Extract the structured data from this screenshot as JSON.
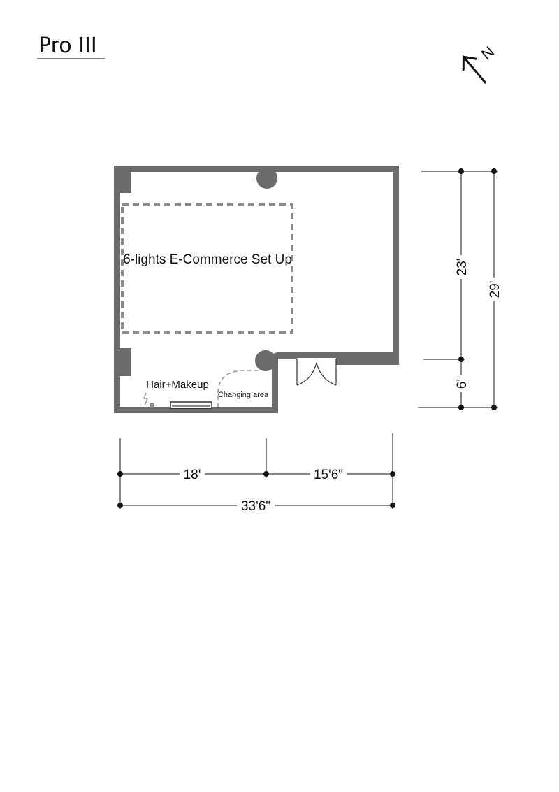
{
  "title": "Pro III",
  "compass": {
    "label": "N",
    "icon": "north-arrow-icon"
  },
  "rooms": {
    "set_area": "6-lights E-Commerce Set Up",
    "hair_makeup": "Hair+Makeup",
    "changing": "Changing area"
  },
  "dimensions": {
    "height_upper": "23'",
    "height_lower": "6'",
    "height_total": "29'",
    "width_left": "18'",
    "width_right": "15'6\"",
    "width_total": "33'6\""
  },
  "colors": {
    "wall": "#6b6b6b",
    "dash": "#8a8a8a",
    "ink": "#111111"
  }
}
